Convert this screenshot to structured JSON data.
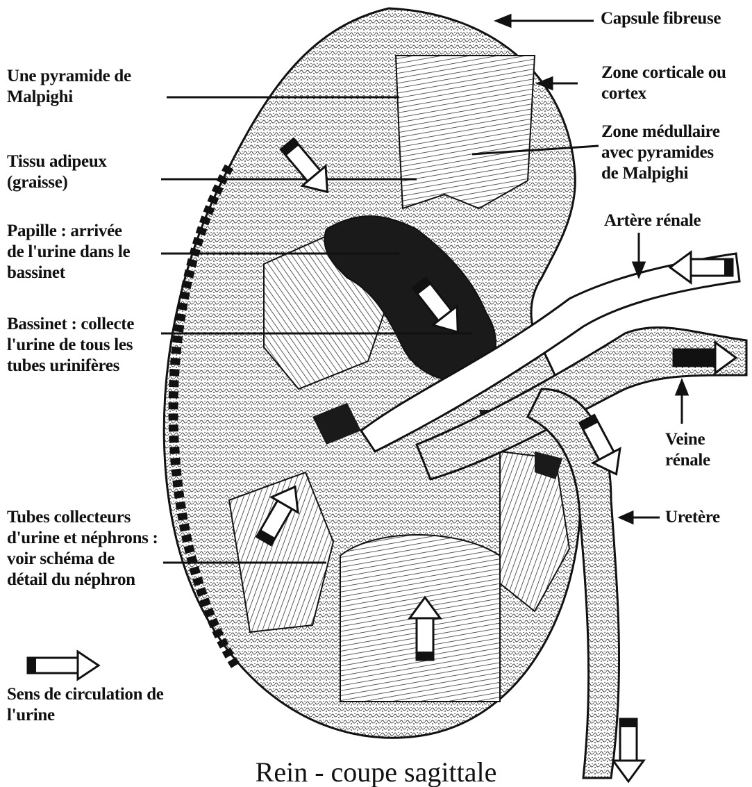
{
  "title": "Rein - coupe sagittale",
  "labels": {
    "capsule": "Capsule fibreuse",
    "cortex": "Zone corticale ou\ncortex",
    "medulla": "Zone médullaire\navec pyramides\nde Malpighi",
    "artery": "Artère rénale",
    "vein": "Veine\nrénale",
    "ureter": "Uretère",
    "pyramid": "Une pyramide de\nMalpighi",
    "adipose": "Tissu adipeux\n(graisse)",
    "papilla": "Papille : arrivée\nde l'urine dans le\nbassinet",
    "pelvis": "Bassinet : collecte\nl'urine de tous les\ntubes urinifères",
    "tubes": "Tubes collecteurs\nd'urine et néphrons :\nvoir schéma de\ndétail du néphron",
    "legend": "Sens de circulation de\nl'urine"
  },
  "colors": {
    "ink": "#111111",
    "paper": "#ffffff",
    "tissue": "#d9d9d9"
  }
}
